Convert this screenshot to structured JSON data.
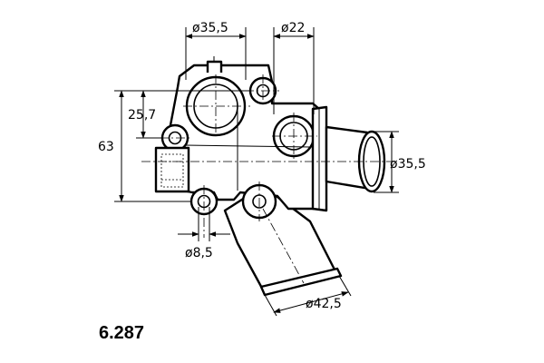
{
  "drawing": {
    "part_number": "6.287",
    "dimensions": {
      "outlet_top_diameter": "ø35,5",
      "side_port_diameter": "ø22",
      "height_offset": "25,7",
      "overall_height": "63",
      "outlet_right_diameter": "ø35,5",
      "mount_hole_diameter": "ø8,5",
      "bottom_outlet_diameter": "ø42,5"
    }
  }
}
